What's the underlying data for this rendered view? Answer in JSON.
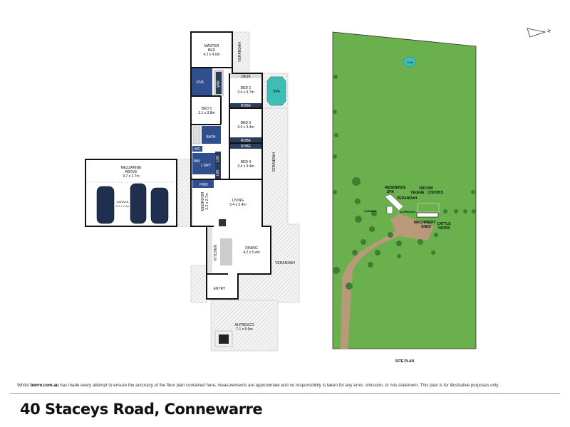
{
  "floor_plan": {
    "rooms": {
      "master_bed": {
        "name": "MASTER",
        "name2": "BED",
        "size": "4.2 x 4.0m"
      },
      "ens": "ENS",
      "wir": "WIR",
      "desk": "DESK",
      "bed2": {
        "name": "BED 2",
        "size": "3.4 x 3.7m"
      },
      "spa": "SPA",
      "robe1": "ROBE",
      "bed5": {
        "name": "BED 5",
        "size": "3.1 x 3.8m"
      },
      "bed3": {
        "name": "BED 3",
        "size": "3.4 x 3.4m"
      },
      "robe2": "ROBE",
      "robe3": "ROBE",
      "bath": "BATH",
      "wc": "WC",
      "wm": "WM",
      "ldry": "L'DRY",
      "lin1": "LIN",
      "lin2": "LIN",
      "bed4": {
        "name": "BED 4",
        "size": "3.4 x 3.4m"
      },
      "mezzanine": {
        "name": "MEZZANINE",
        "name2": "ABOVE",
        "size": "9.7 x 2.7m"
      },
      "garage": {
        "name": "GARAGE",
        "size": "9.7 x 7.2m"
      },
      "pwd": "PWD",
      "mudroom": {
        "name": "MUDROOM",
        "size": "2.3 x 2.7m"
      },
      "living": {
        "name": "LIVING",
        "size": "5.4 x 5.4m"
      },
      "kitchen": "KITCHEN",
      "dining": {
        "name": "DINING",
        "size": "4.2 x 5.4m"
      },
      "entry": "ENTRY",
      "verandah_top": "VERANDAH",
      "verandah_right": "VERANDAH",
      "verandah_bottom": "VERANDAH",
      "alfresco": {
        "name": "ALFRESCO",
        "size": "7.1 x 5.6m"
      }
    }
  },
  "site_plan": {
    "title": "SITE PLAN",
    "labels": {
      "dam": "DAM",
      "spa": "SPA",
      "residence": "RESIDENCE",
      "orchid": "ORCHID",
      "veggie": "VEGGIE",
      "chooks": "CHOOKS",
      "verandah": "VERANDAH",
      "garage": "GARAGE",
      "alfresco": "ALFRESCO",
      "machinery": "MACHINERY",
      "shed": "SHED",
      "cattle": "CATTLE",
      "yards": "YARDS"
    },
    "compass": "N",
    "colors": {
      "grass": "#6ab04c",
      "track": "#b89a7a",
      "tree": "#3f7d33"
    }
  },
  "footer": {
    "disclaimer_prefix": "Whilst",
    "disclaimer_brand": "bwrm.com.au",
    "disclaimer_text": "has made every attempt to ensure the accuracy of the floor plan contained here, measurements are approximate and no responsibility is taken for any error, omission, or mis-statement. This plan is for illustrative purposes only.",
    "title": "40 Staceys Road, Connewarre"
  },
  "colors": {
    "wet_area": "#2f4f8f",
    "robe": "#2b3c5c",
    "spa": "#3dbdb5"
  }
}
